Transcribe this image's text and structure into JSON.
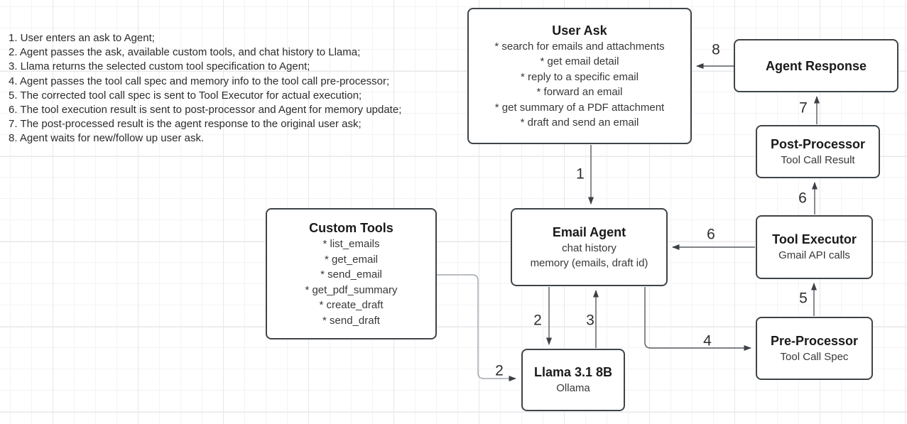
{
  "instructions": [
    "1. User enters an ask to Agent;",
    "2. Agent passes the ask, available custom tools, and chat history to Llama;",
    "3. Llama returns the selected custom tool specification to Agent;",
    "4. Agent passes the tool call spec and memory info to the tool call pre-processor;",
    "5. The corrected tool call spec is sent to Tool Executor for actual execution;",
    "6. The tool execution result is sent to post-processor and Agent for memory update;",
    "7. The post-processed result is the agent response to the original user ask;",
    "8. Agent waits for new/follow up user ask."
  ],
  "boxes": {
    "user_ask": {
      "title": "User Ask",
      "lines": [
        "* search for emails and attachments",
        "* get email detail",
        "* reply to a specific email",
        "* forward an email",
        "* get summary of a PDF attachment",
        "* draft and send an email"
      ]
    },
    "agent_response": {
      "title": "Agent Response"
    },
    "post_processor": {
      "title": "Post-Processor",
      "subtitle": "Tool Call Result"
    },
    "tool_executor": {
      "title": "Tool Executor",
      "subtitle": "Gmail API calls"
    },
    "pre_processor": {
      "title": "Pre-Processor",
      "subtitle": "Tool Call Spec"
    },
    "email_agent": {
      "title": "Email Agent",
      "lines": [
        "chat history",
        "memory (emails, draft id)"
      ]
    },
    "custom_tools": {
      "title": "Custom Tools",
      "lines": [
        "* list_emails",
        "* get_email",
        "* send_email",
        "* get_pdf_summary",
        "* create_draft",
        "* send_draft"
      ]
    },
    "llama": {
      "title": "Llama 3.1 8B",
      "subtitle": "Ollama"
    }
  },
  "edge_labels": {
    "step1": "1",
    "step2_tools": "2",
    "step2_agent": "2",
    "step3": "3",
    "step4": "4",
    "step5": "5",
    "step6_agent": "6",
    "step6_result": "6",
    "step7": "7",
    "step8": "8"
  },
  "colors": {
    "node_border": "#3f4448",
    "edge": "#565b60",
    "edge_light": "#9298a0",
    "title_text": "#1a1a1a",
    "body_text": "#383838"
  }
}
